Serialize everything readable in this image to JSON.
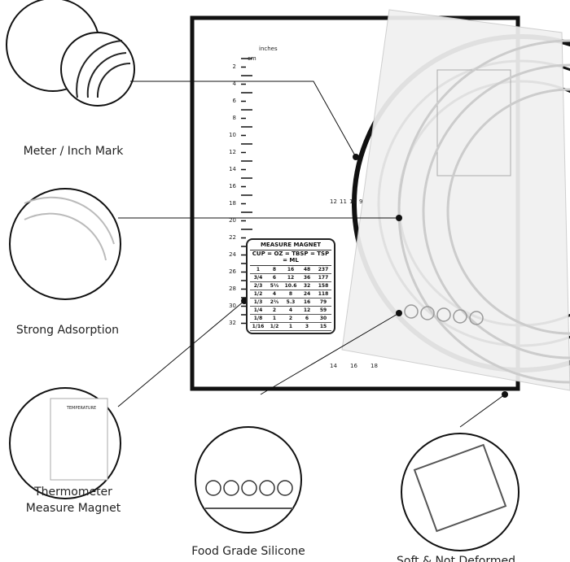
{
  "labels": {
    "meter_inch": "Meter / Inch Mark",
    "adsorption": "Strong Adsorption",
    "thermometer": "Thermometer Measure Magnet",
    "food_grade": "Food Grade Silicone",
    "soft": "Soft & Not Deformed"
  },
  "mat": {
    "inches_label": "inches",
    "cm_label": "cm",
    "cm_ticks": [
      "2",
      "4",
      "6",
      "8",
      "10",
      "12",
      "14",
      "16",
      "18",
      "20",
      "22",
      "24",
      "26",
      "28",
      "30",
      "32"
    ],
    "bottom_ticks": [
      "14",
      "16",
      "18"
    ],
    "circle_inches": [
      "12",
      "11",
      "10",
      "9"
    ]
  },
  "magnet": {
    "title": "MEASURE MAGNET",
    "header": "CUP = OZ = TBSP = TSP = ML",
    "rows": [
      [
        "1",
        "8",
        "16",
        "48",
        "237"
      ],
      [
        "3/4",
        "6",
        "12",
        "36",
        "177"
      ],
      [
        "2/3",
        "5⅓",
        "10.6",
        "32",
        "158"
      ],
      [
        "1/2",
        "4",
        "8",
        "24",
        "118"
      ],
      [
        "1/3",
        "2⅔",
        "5.3",
        "16",
        "79"
      ],
      [
        "1/4",
        "2",
        "4",
        "12",
        "59"
      ],
      [
        "1/8",
        "1",
        "2",
        "6",
        "30"
      ],
      [
        "1/16",
        "1/2",
        "1",
        "3",
        "15"
      ]
    ]
  },
  "temperature": {
    "title": "TEMPERATURE"
  },
  "colors": {
    "mat_border": "#111111",
    "line": "#222222"
  }
}
